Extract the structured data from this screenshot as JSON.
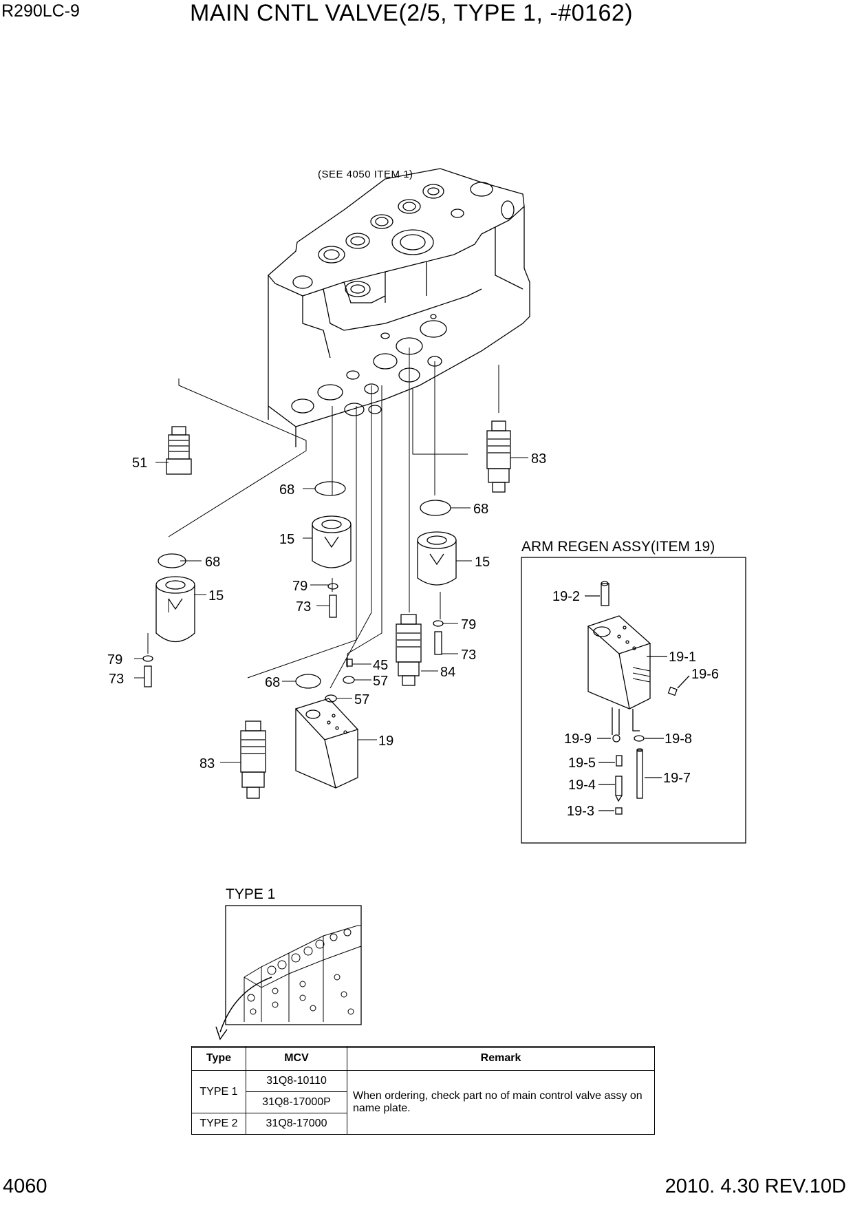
{
  "header": {
    "model": "R290LC-9",
    "title": "MAIN CNTL VALVE(2/5, TYPE 1, -#0162)"
  },
  "footer": {
    "page_number": "4060",
    "revision": "2010. 4.30  REV.10D"
  },
  "diagram": {
    "reference_note": "(SEE 4050 ITEM 1)",
    "callouts": {
      "c51": "51",
      "c68a": "68",
      "c15a": "15",
      "c79a": "79",
      "c73a": "73",
      "c68b": "68",
      "c15b": "15",
      "c79b": "79",
      "c73b": "73",
      "c45": "45",
      "c57a": "57",
      "c57b": "57",
      "c68c": "68",
      "c19": "19",
      "c83a": "83",
      "c83b": "83",
      "c68d": "68",
      "c15c": "15",
      "c79c": "79",
      "c73c": "73",
      "c84": "84"
    },
    "arm_regen": {
      "title": "ARM REGEN ASSY(ITEM 19)",
      "callouts": {
        "r192": "19-2",
        "r191": "19-1",
        "r196": "19-6",
        "r199": "19-9",
        "r198": "19-8",
        "r195": "19-5",
        "r194": "19-4",
        "r197": "19-7",
        "r193": "19-3"
      }
    },
    "type_inset_label": "TYPE 1"
  },
  "table": {
    "headers": {
      "type": "Type",
      "mcv": "MCV",
      "remark": "Remark"
    },
    "rows": [
      {
        "type": "TYPE 1",
        "mcv": "31Q8-10110"
      },
      {
        "mcv": "31Q8-17000P"
      },
      {
        "type": "TYPE 2",
        "mcv": "31Q8-17000"
      }
    ],
    "remark": "When ordering, check part no of main control valve assy on name plate."
  }
}
